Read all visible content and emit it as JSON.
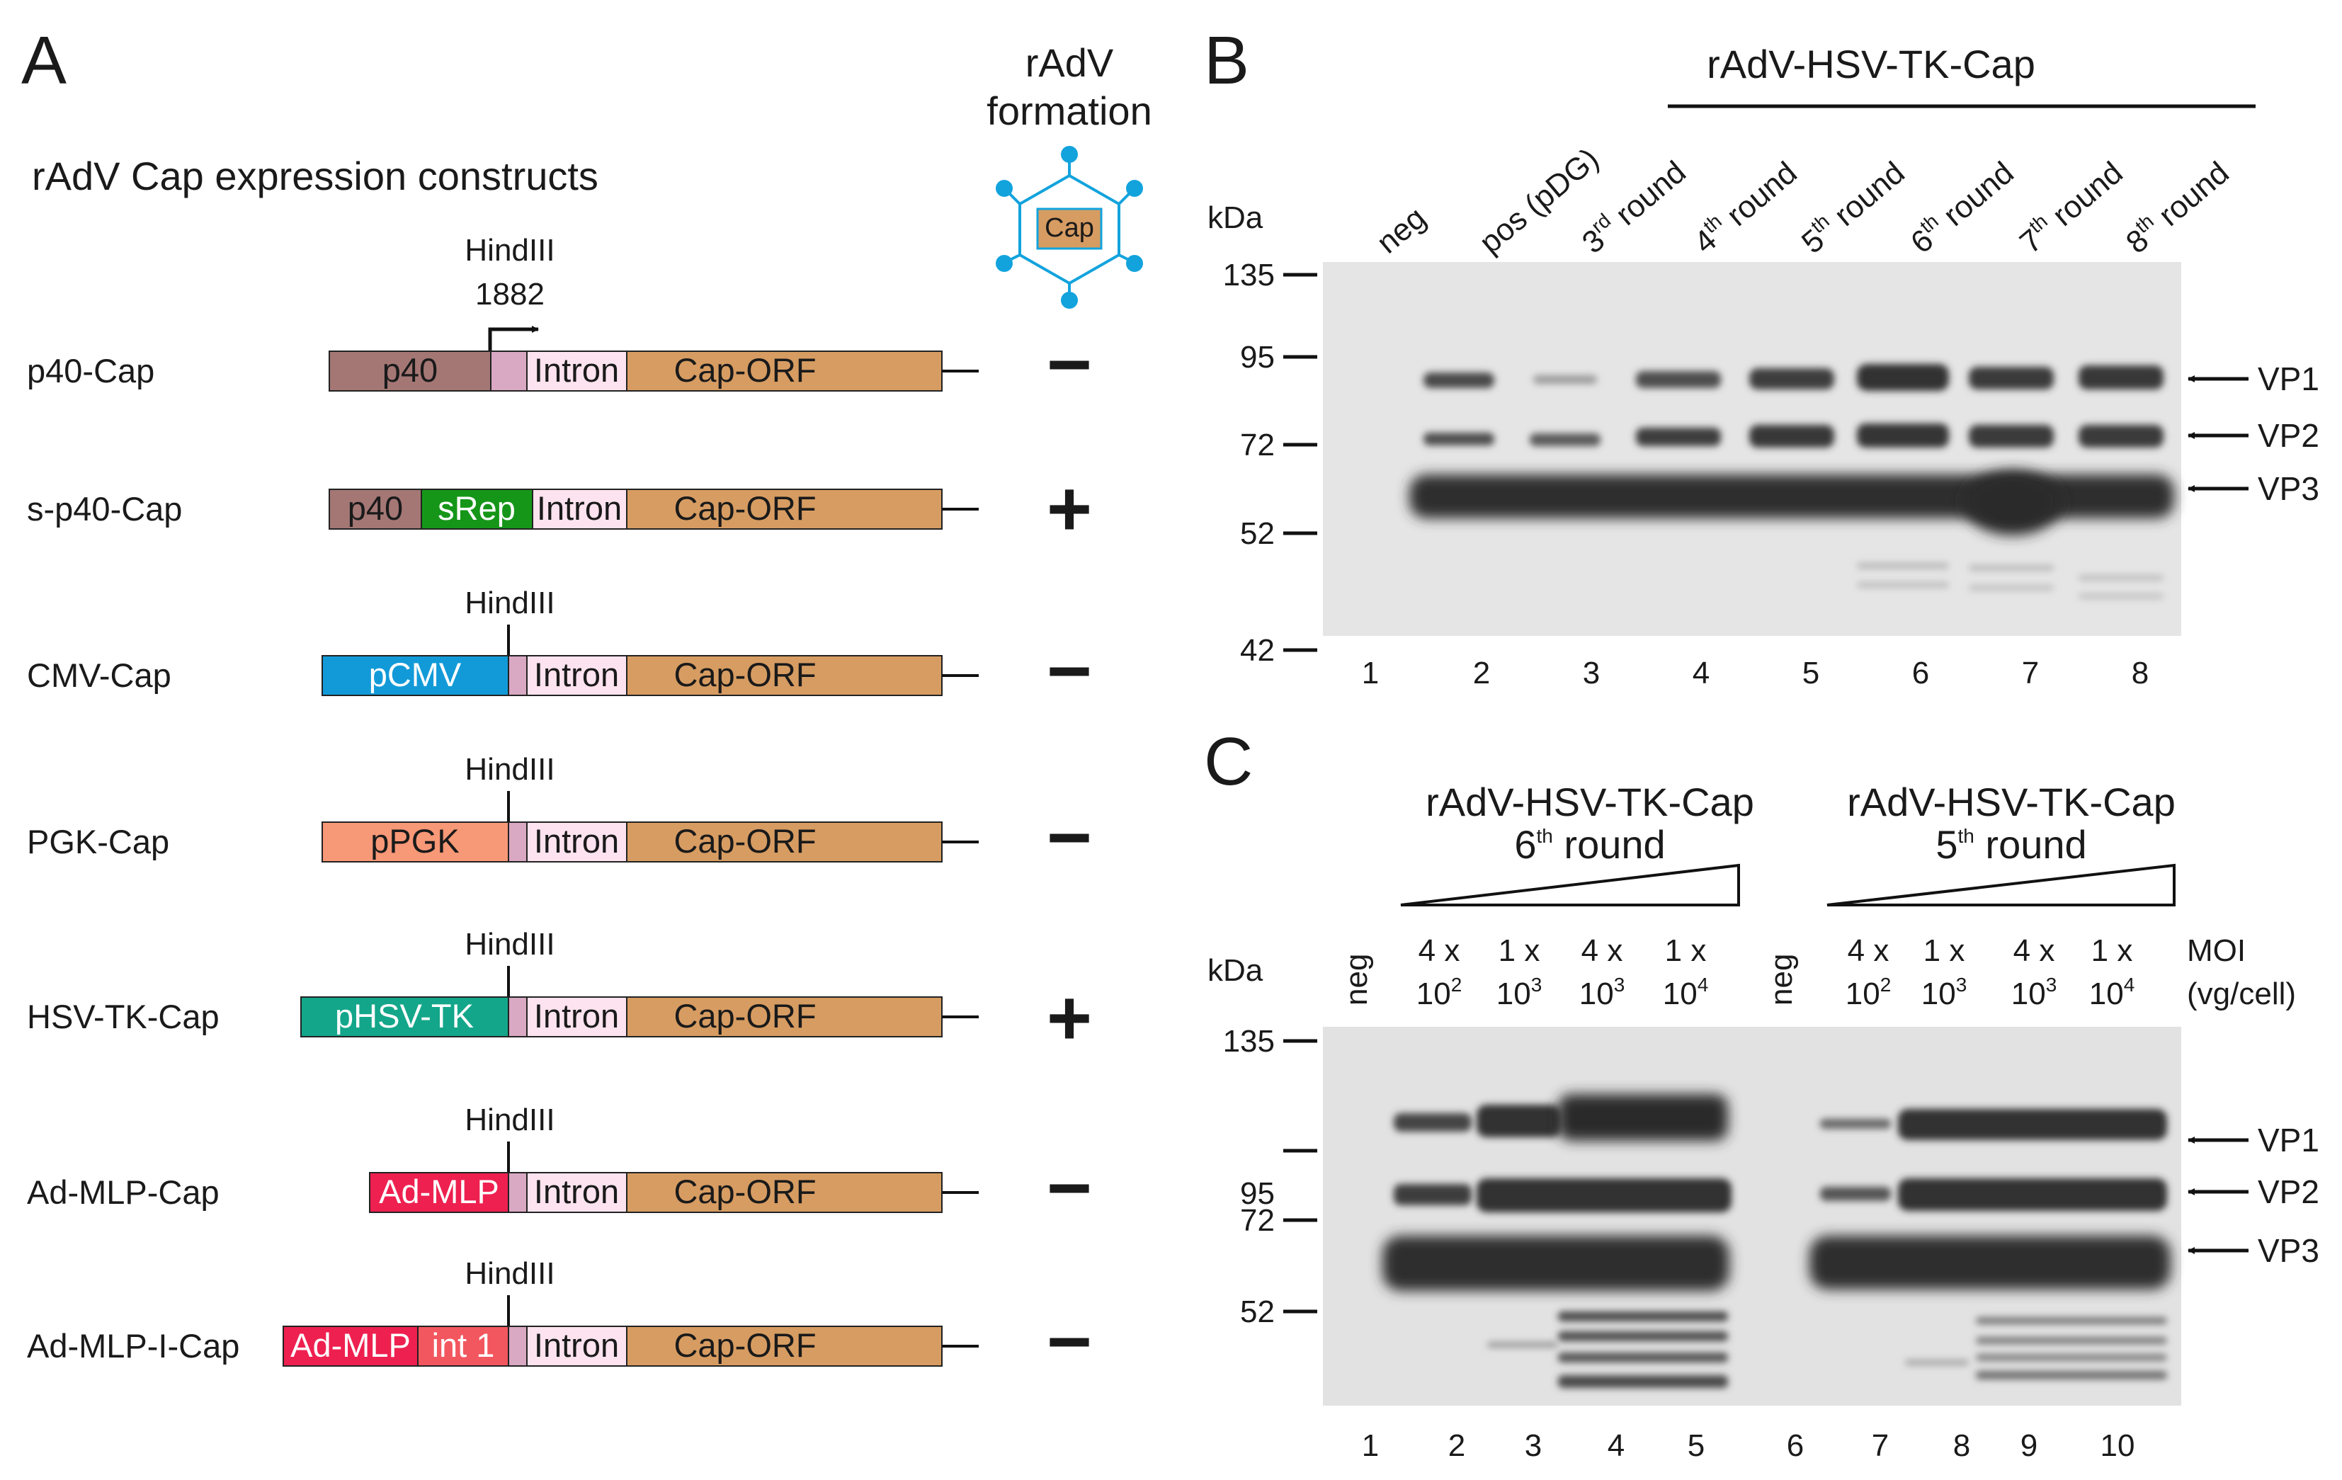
{
  "panels": {
    "a": "A",
    "b": "B",
    "c": "C"
  },
  "panel_a": {
    "title": "rAdV Cap expression constructs",
    "formation_header": [
      "rAdV",
      "formation"
    ],
    "icon_label": "Cap",
    "hindiii": "HindIII",
    "position": "1882",
    "constructs": [
      {
        "name": "p40-Cap",
        "result": "−",
        "segments": [
          {
            "label": "p40",
            "color": "#a47775",
            "text_color": "#1a1a1a"
          },
          {
            "label": "",
            "color": "#d9a8c3"
          },
          {
            "label": "Intron",
            "color": "#fde3ef"
          },
          {
            "label": "Cap-ORF",
            "color": "#d79c62"
          }
        ]
      },
      {
        "name": "s-p40-Cap",
        "result": "+",
        "segments": [
          {
            "label": "p40",
            "color": "#a47775",
            "text_color": "#1a1a1a"
          },
          {
            "label": "sRep",
            "color": "#169619",
            "text_color": "#ffffff"
          },
          {
            "label": "Intron",
            "color": "#fde3ef"
          },
          {
            "label": "Cap-ORF",
            "color": "#d79c62"
          }
        ]
      },
      {
        "name": "CMV-Cap",
        "result": "−",
        "segments": [
          {
            "label": "pCMV",
            "color": "#129ad8",
            "text_color": "#ffffff"
          },
          {
            "label": "",
            "color": "#d9a8c3"
          },
          {
            "label": "Intron",
            "color": "#fde3ef"
          },
          {
            "label": "Cap-ORF",
            "color": "#d79c62"
          }
        ]
      },
      {
        "name": "PGK-Cap",
        "result": "−",
        "segments": [
          {
            "label": "pPGK",
            "color": "#f79877",
            "text_color": "#1a1a1a"
          },
          {
            "label": "",
            "color": "#d9a8c3"
          },
          {
            "label": "Intron",
            "color": "#fde3ef"
          },
          {
            "label": "Cap-ORF",
            "color": "#d79c62"
          }
        ]
      },
      {
        "name": "HSV-TK-Cap",
        "result": "+",
        "segments": [
          {
            "label": "pHSV-TK",
            "color": "#13a68a",
            "text_color": "#ffffff"
          },
          {
            "label": "",
            "color": "#d9a8c3"
          },
          {
            "label": "Intron",
            "color": "#fde3ef"
          },
          {
            "label": "Cap-ORF",
            "color": "#d79c62"
          }
        ]
      },
      {
        "name": "Ad-MLP-Cap",
        "result": "−",
        "segments": [
          {
            "label": "Ad-MLP",
            "color": "#ee2050",
            "text_color": "#ffffff"
          },
          {
            "label": "",
            "color": "#d9a8c3"
          },
          {
            "label": "Intron",
            "color": "#fde3ef"
          },
          {
            "label": "Cap-ORF",
            "color": "#d79c62"
          }
        ]
      },
      {
        "name": "Ad-MLP-I-Cap",
        "result": "−",
        "segments": [
          {
            "label": "Ad-MLP",
            "color": "#ee2050",
            "text_color": "#ffffff"
          },
          {
            "label": "int 1",
            "color": "#f2575f",
            "text_color": "#ffffff"
          },
          {
            "label": "",
            "color": "#d9a8c3"
          },
          {
            "label": "Intron",
            "color": "#fde3ef"
          },
          {
            "label": "Cap-ORF",
            "color": "#d79c62"
          }
        ]
      }
    ]
  },
  "panel_b": {
    "group_label": "rAdV-HSV-TK-Cap",
    "kda": "kDa",
    "markers": [
      "135",
      "95",
      "72",
      "52",
      "42"
    ],
    "lane_headers": [
      {
        "main": "neg",
        "sup": "",
        "tail": ""
      },
      {
        "main": "pos (pDG)",
        "sup": "",
        "tail": ""
      },
      {
        "main": "3",
        "sup": "rd",
        "tail": " round"
      },
      {
        "main": "4",
        "sup": "th",
        "tail": " round"
      },
      {
        "main": "5",
        "sup": "th",
        "tail": " round"
      },
      {
        "main": "6",
        "sup": "th",
        "tail": " round"
      },
      {
        "main": "7",
        "sup": "th",
        "tail": " round"
      },
      {
        "main": "8",
        "sup": "th",
        "tail": " round"
      }
    ],
    "lanes": [
      "1",
      "2",
      "3",
      "4",
      "5",
      "6",
      "7",
      "8"
    ],
    "band_labels": [
      "VP1",
      "VP2",
      "VP3"
    ]
  },
  "panel_c": {
    "group1": {
      "name": "rAdV-HSV-TK-Cap",
      "round_num": "6",
      "round_sup": "th",
      "round_tail": " round"
    },
    "group2": {
      "name": "rAdV-HSV-TK-Cap",
      "round_num": "5",
      "round_sup": "th",
      "round_tail": " round"
    },
    "kda": "kDa",
    "markers": [
      "135",
      "95",
      "72",
      "52"
    ],
    "neg": "neg",
    "dose_top": [
      "4 x",
      "1 x",
      "4 x",
      "1 x"
    ],
    "dose_base": [
      "10",
      "10",
      "10",
      "10"
    ],
    "dose_exp": [
      "2",
      "3",
      "3",
      "4"
    ],
    "moi": [
      "MOI",
      "(vg/cell)"
    ],
    "lanes": [
      "1",
      "2",
      "3",
      "4",
      "5",
      "6",
      "7",
      "8",
      "9",
      "10"
    ],
    "band_labels": [
      "VP1",
      "VP2",
      "VP3"
    ]
  }
}
